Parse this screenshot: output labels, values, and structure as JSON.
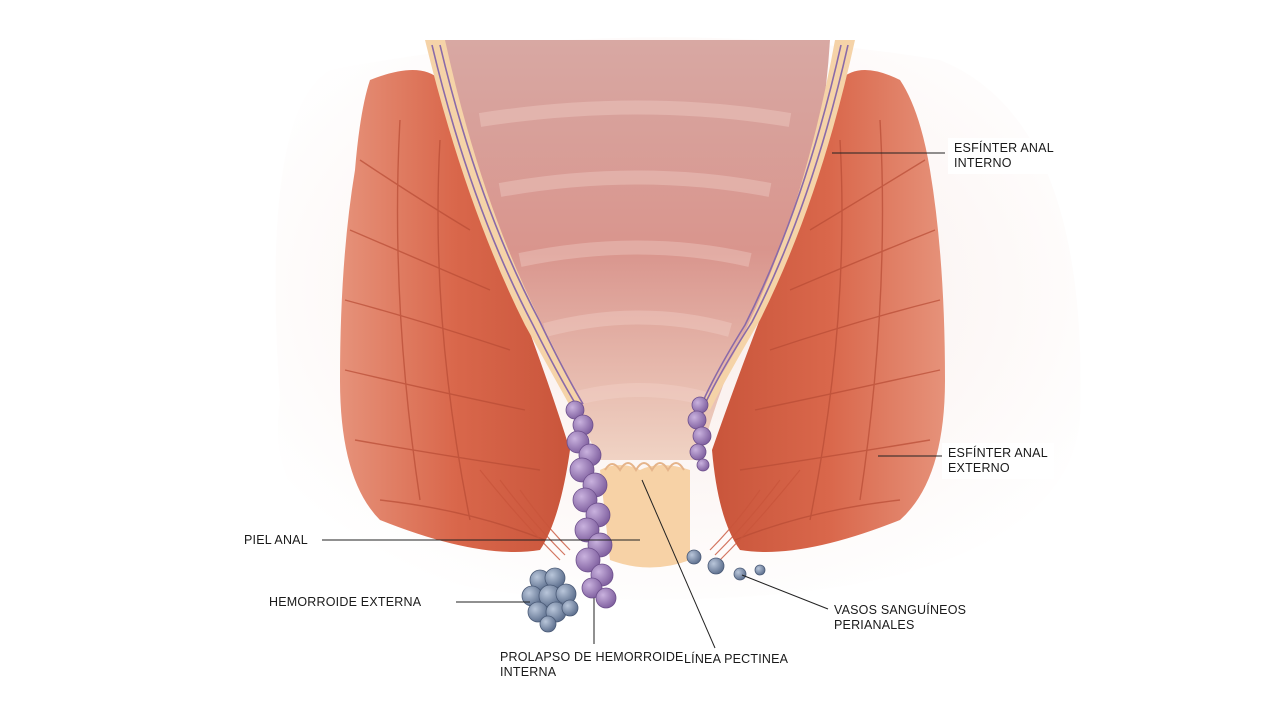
{
  "labels": {
    "internal_sphincter": {
      "line1": "ESFÍNTER ANAL",
      "line2": "INTERNO"
    },
    "external_sphincter": {
      "line1": "ESFÍNTER ANAL",
      "line2": "EXTERNO"
    },
    "anal_skin": "PIEL ANAL",
    "external_hemorrhoid": "HEMORROIDE EXTERNA",
    "prolapsed_internal": {
      "line1": "PROLAPSO DE HEMORROIDE",
      "line2": "INTERNA"
    },
    "pectinate_line": "LÍNEA PECTINEA",
    "perianal_vessels": {
      "line1": "VASOS SANGUÍNEOS",
      "line2": "PERIANALES"
    }
  },
  "colors": {
    "muscle": "#d9674b",
    "muscle_dark": "#b84c35",
    "mucosa": "#d8a59e",
    "skin": "#f7d2a6",
    "hemorrhoid_internal": "#9b7ab8",
    "hemorrhoid_external": "#7a8ca8",
    "leader_line": "#222222"
  }
}
